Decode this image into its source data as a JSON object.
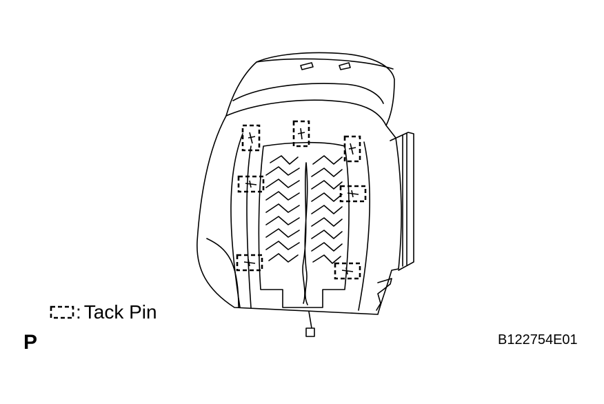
{
  "legend": {
    "separator": ":",
    "label": "Tack Pin"
  },
  "view_letter": "P",
  "ref_code": "B122754E01"
}
